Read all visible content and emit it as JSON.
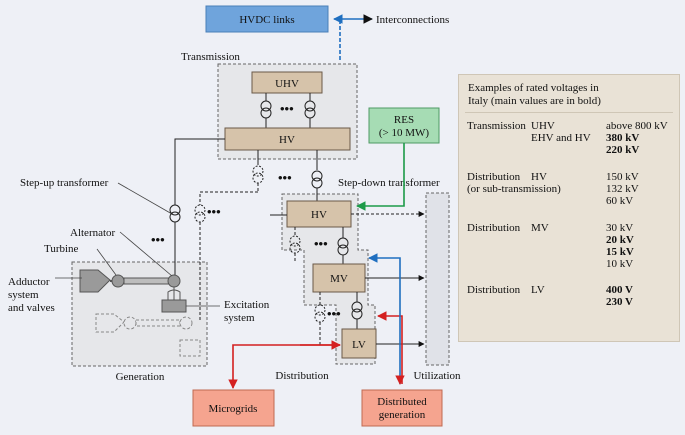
{
  "boxes": {
    "hvdc": "HVDC links",
    "uhv": "UHV",
    "hv_trans": "HV",
    "res_line1": "RES",
    "res_line2": "(> 10 MW)",
    "hv_sub": "HV",
    "mv": "MV",
    "lv": "LV",
    "microgrids": "Microgrids",
    "dg_line1": "Distributed",
    "dg_line2": "generation"
  },
  "labels": {
    "interconnections": "Interconnections",
    "transmission": "Transmission",
    "step_up": "Step-up transformer",
    "step_down": "Step-down transformer",
    "alternator": "Alternator",
    "turbine": "Turbine",
    "adductor_1": "Adductor",
    "adductor_2": "system",
    "adductor_3": "and valves",
    "excitation_1": "Excitation",
    "excitation_2": "system",
    "generation": "Generation",
    "distribution": "Distribution",
    "utilization": "Utilization",
    "ellipsis": "•••"
  },
  "colors": {
    "hvdc_box": "#6fa4dc",
    "res_box": "#a6dcb4",
    "red_box": "#f5a48f",
    "level_box": "#d6c3aa",
    "group_bg": "#e6e7ea",
    "page_bg": "#eef0f6",
    "arrow_blue": "#1f6fc0",
    "arrow_green": "#1c9a48",
    "arrow_red": "#d42020",
    "table_bg": "#e9e2d6"
  },
  "table": {
    "title_line1": "Examples of rated voltages in",
    "title_line2": "Italy (main values are in bold)",
    "rows": [
      {
        "col1": [
          "Transmission"
        ],
        "col2": [
          "UHV",
          "EHV and HV"
        ],
        "col3": [
          {
            "text": "above 800 kV",
            "bold": false
          },
          {
            "text": "380 kV",
            "bold": true
          },
          {
            "text": "220 kV",
            "bold": true
          }
        ]
      },
      {
        "col1": [
          "Distribution",
          "(or sub-transmission)"
        ],
        "col2": [
          "HV"
        ],
        "col3": [
          {
            "text": "150 kV",
            "bold": false
          },
          {
            "text": "132 kV",
            "bold": false
          },
          {
            "text": "60 kV",
            "bold": false
          }
        ]
      },
      {
        "col1": [
          "Distribution"
        ],
        "col2": [
          "MV"
        ],
        "col3": [
          {
            "text": "30 kV",
            "bold": false
          },
          {
            "text": "20 kV",
            "bold": true
          },
          {
            "text": "15 kV",
            "bold": true
          },
          {
            "text": "10 kV",
            "bold": false
          }
        ]
      },
      {
        "col1": [
          "Distribution"
        ],
        "col2": [
          "LV"
        ],
        "col3": [
          {
            "text": "400 V",
            "bold": true
          },
          {
            "text": "230 V",
            "bold": true
          }
        ]
      }
    ]
  }
}
